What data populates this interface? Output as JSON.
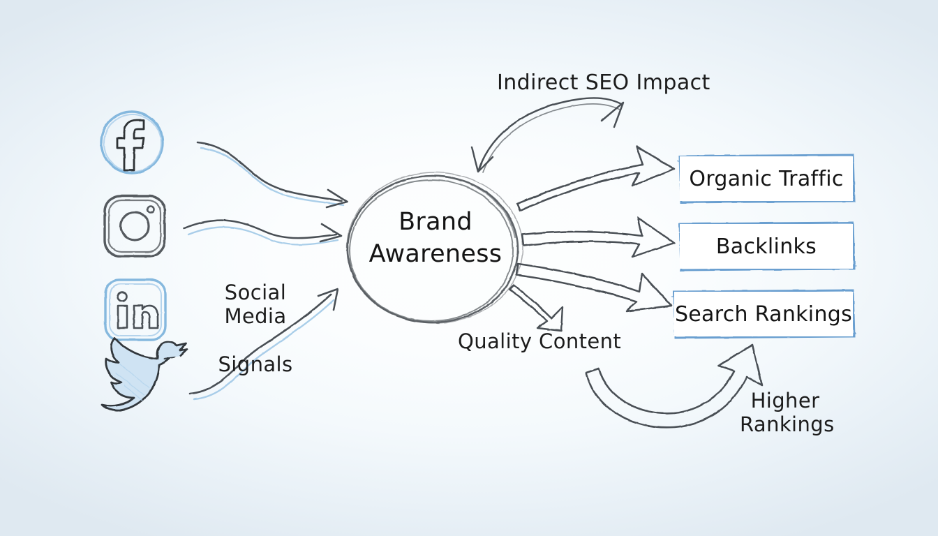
{
  "diagram": {
    "title_text": "Brand Awareness",
    "center_node": {
      "name": "brand-awareness-node",
      "line1": "Brand",
      "line2": "Awareness"
    },
    "inputs": {
      "group_label": "Social Media Signals",
      "group_label_line1": "Social Media",
      "group_label_line2": "Signals",
      "icons": [
        {
          "name": "facebook-icon",
          "label": "f",
          "platform": "Facebook",
          "color": "#7fb4dd"
        },
        {
          "name": "instagram-icon",
          "label": "",
          "platform": "Instagram",
          "color": "#555a5e"
        },
        {
          "name": "linkedin-icon",
          "label": "in",
          "platform": "LinkedIn",
          "color": "#7fb4dd"
        },
        {
          "name": "twitter-icon",
          "label": "",
          "platform": "Twitter",
          "color": "#cfe3f3"
        }
      ]
    },
    "annotations": [
      {
        "name": "indirect-seo-impact-label",
        "text": "Indirect SEO Impact"
      },
      {
        "name": "quality-content-label",
        "text": "Quality Content"
      },
      {
        "name": "higher-rankings-label",
        "text": "Higher\nRankings"
      }
    ],
    "outcomes": [
      {
        "name": "organic-traffic-box",
        "text": "Organic Traffic"
      },
      {
        "name": "backlinks-box",
        "text": "Backlinks"
      },
      {
        "name": "search-rankings-box",
        "text": "Search Rankings"
      }
    ],
    "colors": {
      "background_center": "#fdfefe",
      "background_edge": "#dfe9f1",
      "ink": "#3b3f44",
      "ink_dark": "#141414",
      "accent_blue": "#6a9fd0",
      "accent_blue_light": "#a9cdea",
      "box_fill": "#ffffff"
    }
  }
}
